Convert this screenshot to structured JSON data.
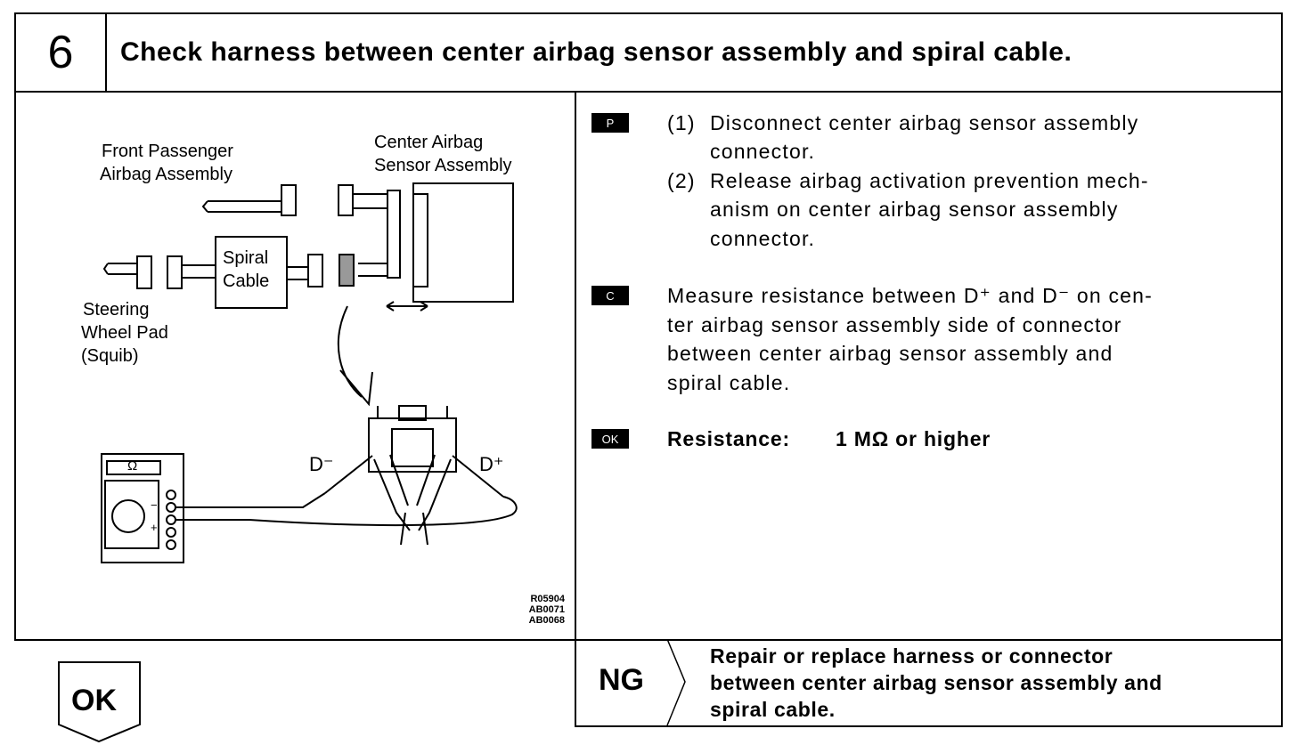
{
  "header": {
    "step_number": "6",
    "title": "Check harness between center airbag sensor assembly and spiral cable."
  },
  "diagram": {
    "labels": {
      "front_passenger": [
        "Front Passenger",
        "Airbag Assembly"
      ],
      "center_sensor": [
        "Center Airbag",
        "Sensor Assembly"
      ],
      "spiral_cable": [
        "Spiral",
        "Cable"
      ],
      "steering": [
        "Steering",
        "Wheel Pad",
        "(Squib)"
      ],
      "d_minus": "D⁻",
      "d_plus": "D⁺",
      "ohm": "Ω",
      "minus_sign": "−",
      "plus_sign": "+"
    },
    "codes": [
      "R05904",
      "AB0071",
      "AB0068"
    ]
  },
  "instructions": {
    "prepare_tag": "P",
    "prepare_steps": [
      {
        "number": "(1)",
        "lines": [
          "Disconnect center airbag sensor assembly",
          "connector."
        ]
      },
      {
        "number": "(2)",
        "lines": [
          "Release airbag activation prevention mech-",
          "anism on center airbag sensor assembly",
          "connector."
        ]
      }
    ],
    "check_tag": "C",
    "check_lines": [
      "Measure resistance between D⁺ and D⁻ on cen-",
      "ter airbag sensor assembly side of connector",
      "between center airbag sensor assembly and",
      "spiral cable."
    ],
    "ok_tag": "OK",
    "ok_label": "Resistance:",
    "ok_value": "1 MΩ or higher"
  },
  "result_ng": {
    "label": "NG",
    "lines": [
      "Repair or replace harness or connector",
      "between center airbag sensor assembly and",
      "spiral cable."
    ]
  },
  "result_ok": {
    "label": "OK"
  }
}
